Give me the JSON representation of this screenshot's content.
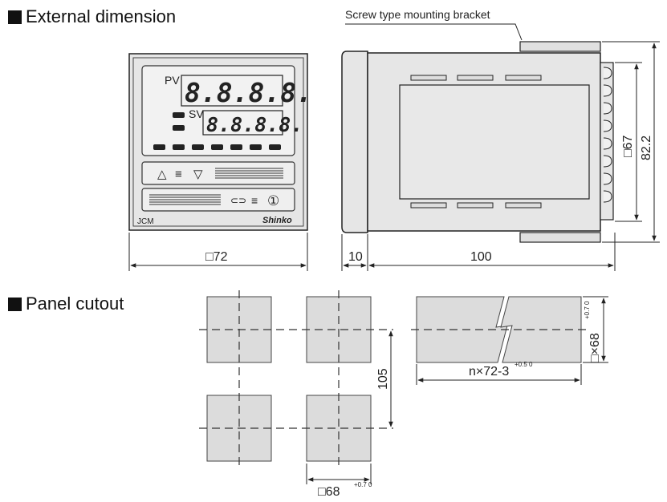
{
  "sections": {
    "external": "External dimension",
    "cutout": "Panel cutout"
  },
  "front": {
    "pv_label": "PV",
    "sv_label": "SV",
    "pv_digits": "8.8.8.8.",
    "sv_digits": "8.8.8.8.",
    "model": "JCM",
    "brand": "Shinko",
    "up_glyph": "△",
    "menu_glyph": "≡",
    "down_glyph": "▽",
    "loop_glyph": "⊂⊃",
    "power_glyph": "①",
    "width_dim": "□72"
  },
  "side": {
    "bracket_label": "Screw type mounting bracket",
    "dim_10": "10",
    "dim_100": "100",
    "dim_67": "□67",
    "dim_822": "82.2"
  },
  "cutout": {
    "pitch": "105",
    "single": "□68",
    "single_tol": "+0.7 0",
    "gang_width": "n×72-3",
    "gang_width_tol": "+0.5 0",
    "gang_height": "□×68",
    "gang_height_tol": "+0.7 0"
  },
  "colors": {
    "ink": "#1a1a1a",
    "panel_fill": "#e6e6e6",
    "cutout_fill": "#dcdcdc",
    "display_fill": "#f2f2f2"
  }
}
